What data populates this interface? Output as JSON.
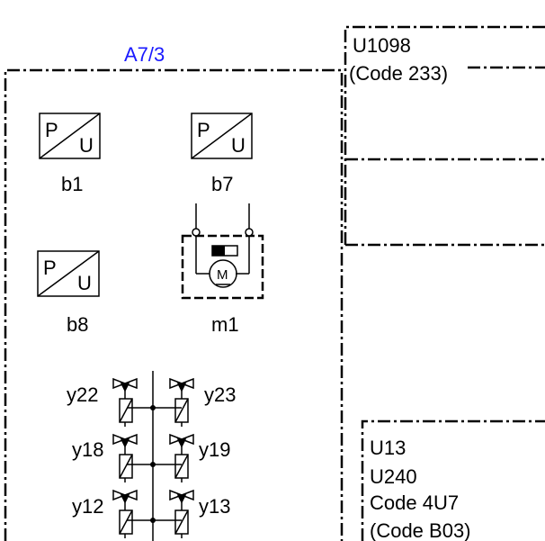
{
  "diagram": {
    "group_label": "A7/3",
    "panel_top": {
      "line1": "U1098",
      "line2": "(Code 233)"
    },
    "panel_bottom": {
      "line1": "U13",
      "line2": "U240",
      "line3": "Code 4U7",
      "line4": "(Code B03)"
    },
    "transducer_letters": {
      "pressure": "P",
      "voltage": "U"
    },
    "motor_letter": "M",
    "components": {
      "b1": "b1",
      "b7": "b7",
      "b8": "b8",
      "m1": "m1"
    },
    "valves": {
      "y22": "y22",
      "y23": "y23",
      "y18": "y18",
      "y19": "y19",
      "y12": "y12",
      "y13": "y13"
    },
    "colors": {
      "group_label": "#1a1aff",
      "line": "#000000"
    }
  }
}
